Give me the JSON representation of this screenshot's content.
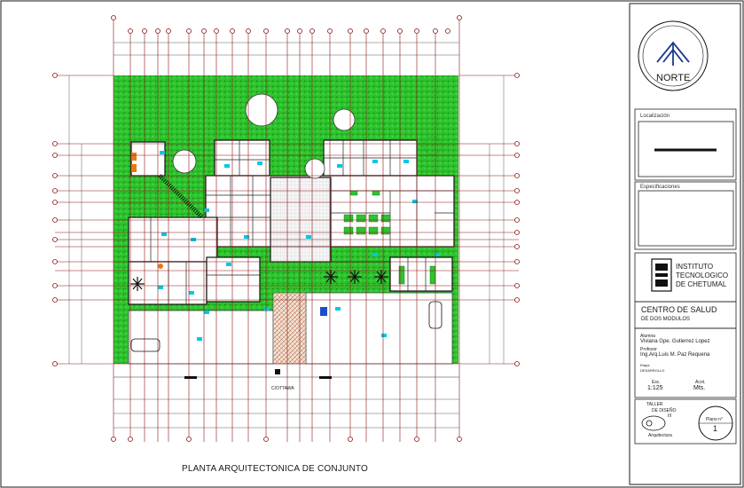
{
  "drawing": {
    "title": "PLANTA ARQUITECTONICA DE CONJUNTO",
    "street_label": "C/OTTAWA"
  },
  "title_block": {
    "north_label": "NORTE",
    "location_title": "Localización",
    "specs_title": "Especificaciones",
    "institution": [
      "INSTITUTO",
      "TECNOLOGICO",
      "DE CHETUMAL"
    ],
    "project_name": "CENTRO DE SALUD",
    "project_sub": "DE DOS MODULOS",
    "student_label": "Alumna",
    "student_name": "Viviana Gpe. Gutierrez Lopez",
    "professor_label": "Profesor",
    "professor_name": "Ing.Arq.Luis M. Paz Requena",
    "stage_label": "Etapa",
    "stage_value": "DESARROLLO",
    "scale_label": "Esc.",
    "scale_value": "1:125",
    "units_label": "Acot.",
    "units_value": "Mts.",
    "workshop": [
      "TALLER",
      "DE DISEÑO",
      "III"
    ],
    "workshop_dept": "Arquitectura",
    "sheet_label": "Plano n°",
    "sheet_number": "1"
  },
  "colors": {
    "vegetation": "#1fb81f",
    "grid_lines": "#8a1515",
    "linework": "#222222",
    "accent_cyan": "#00c8e6",
    "accent_orange": "#e77818",
    "parking_sign": "#1a4fcc"
  }
}
